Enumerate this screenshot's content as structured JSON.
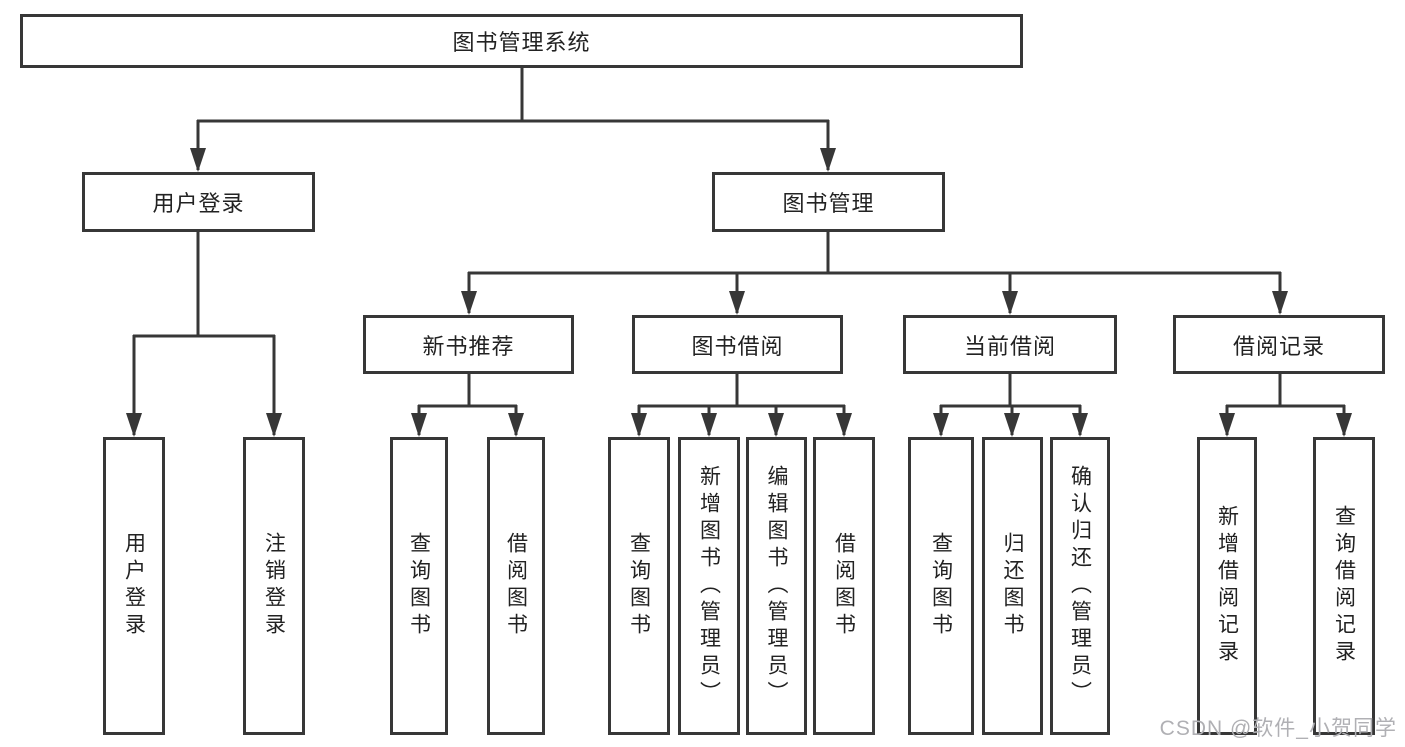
{
  "diagram": {
    "root": {
      "label": "图书管理系统"
    },
    "branches": [
      {
        "label": "用户登录",
        "children": [
          {
            "label": "用户登录"
          },
          {
            "label": "注销登录"
          }
        ]
      },
      {
        "label": "图书管理",
        "children": [
          {
            "label": "新书推荐",
            "children": [
              {
                "label": "查询图书"
              },
              {
                "label": "借阅图书"
              }
            ]
          },
          {
            "label": "图书借阅",
            "children": [
              {
                "label": "查询图书"
              },
              {
                "label": "新增图书（管理员）"
              },
              {
                "label": "编辑图书（管理员）"
              },
              {
                "label": "借阅图书"
              }
            ]
          },
          {
            "label": "当前借阅",
            "children": [
              {
                "label": "查询图书"
              },
              {
                "label": "归还图书"
              },
              {
                "label": "确认归还（管理员）"
              }
            ]
          },
          {
            "label": "借阅记录",
            "children": [
              {
                "label": "新增借阅记录"
              },
              {
                "label": "查询借阅记录"
              }
            ]
          }
        ]
      }
    ]
  },
  "watermark": "CSDN @软件_小贺同学",
  "colors": {
    "line": "#373737",
    "text": "#222222",
    "background": "#ffffff",
    "watermark": "#b0b0b4"
  }
}
